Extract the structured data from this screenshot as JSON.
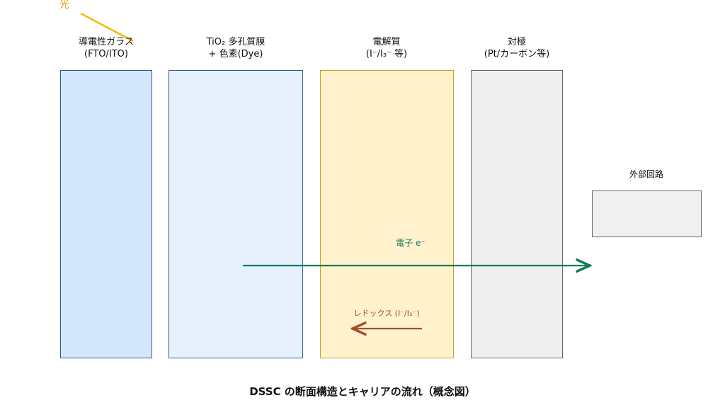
{
  "light_label": "光",
  "layers": [
    {
      "line1": "導電性ガラス",
      "line2": "(FTO/ITO)",
      "fill": "#d3e6fc",
      "border": "#2c5d94"
    },
    {
      "line1": "TiO₂ 多孔質膜",
      "line2": "+ 色素(Dye)",
      "fill": "#e6f1fd",
      "border": "#2c5d94"
    },
    {
      "line1": "電解質",
      "line2": "(I⁻/I₃⁻ 等)",
      "fill": "#fff2cc",
      "border": "#c9a227"
    },
    {
      "line1": "対極",
      "line2": "(Pt/カーボン等)",
      "fill": "#eeeeee",
      "border": "#666666"
    }
  ],
  "external_circuit": {
    "label": "外部回路"
  },
  "electron_label": "電子 e⁻",
  "redox_label": "レドックス (I⁻/I₃⁻)",
  "title": "DSSC の断面構造とキャリアの流れ（概念図）",
  "colors": {
    "light": "#f5b800",
    "electron": "#127a5a",
    "redox": "#a0522d"
  }
}
